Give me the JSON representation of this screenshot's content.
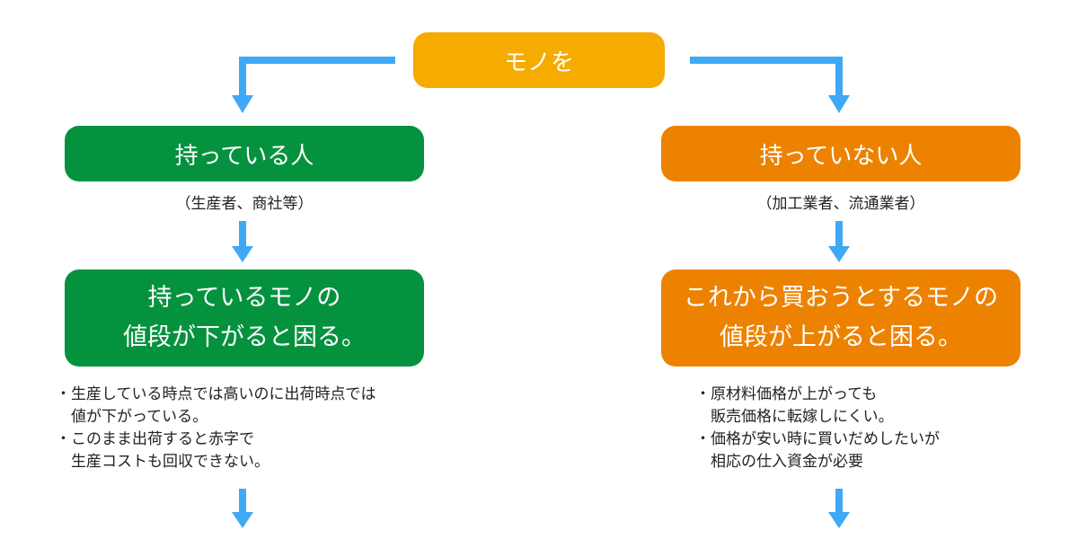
{
  "top": {
    "label": "モノを"
  },
  "left": {
    "head": "持っている人",
    "sub": "（生産者、商社等）",
    "body_lines": [
      "持っているモノの",
      "値段が下がると困る。"
    ],
    "notes": [
      {
        "lines": [
          "・生産している時点では高いのに出荷時点では",
          "値が下がっている。"
        ]
      },
      {
        "lines": [
          "・このまま出荷すると赤字で",
          "生産コストも回収できない。"
        ]
      }
    ]
  },
  "right": {
    "head": "持っていない人",
    "sub": "（加工業者、流通業者）",
    "body_lines": [
      "これから買おうとするモノの",
      "値段が上がると困る。"
    ],
    "notes": [
      {
        "lines": [
          "・原材料価格が上がっても",
          "販売価格に転嫁しにくい。"
        ]
      },
      {
        "lines": [
          "・価格が安い時に買いだめしたいが",
          "相応の仕入資金が必要"
        ]
      }
    ]
  },
  "colors": {
    "top_box": "#f5ab00",
    "left_boxes": "#05923f",
    "right_boxes": "#ed8200",
    "arrows": "#3fa9f5"
  }
}
